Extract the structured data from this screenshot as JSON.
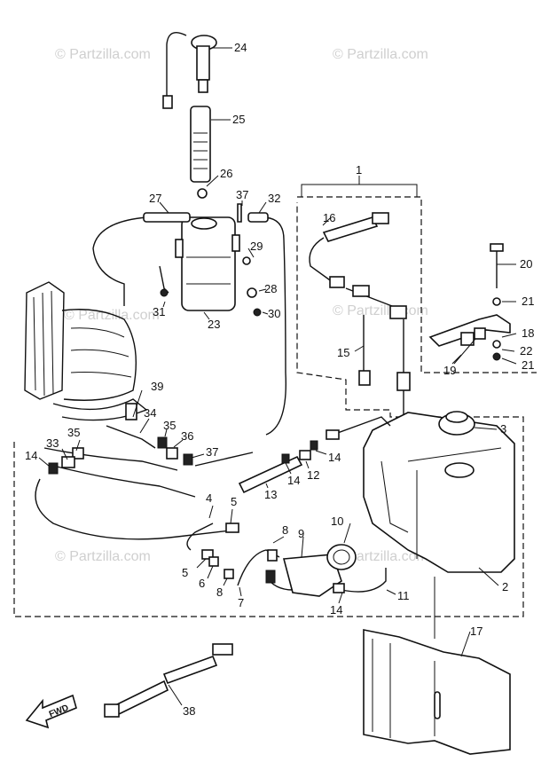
{
  "watermark": "© Partzilla.com",
  "fwd_label": "FWD",
  "callouts": {
    "c1": "1",
    "c2": "2",
    "c3": "3",
    "c4": "4",
    "c5a": "5",
    "c5b": "5",
    "c6": "6",
    "c7": "7",
    "c8a": "8",
    "c8b": "8",
    "c9": "9",
    "c10": "10",
    "c11": "11",
    "c12": "12",
    "c13": "13",
    "c14a": "14",
    "c14b": "14",
    "c14c": "14",
    "c14d": "14",
    "c15": "15",
    "c16": "16",
    "c17": "17",
    "c18": "18",
    "c19": "19",
    "c20": "20",
    "c21a": "21",
    "c21b": "21",
    "c22": "22",
    "c23": "23",
    "c24": "24",
    "c25": "25",
    "c26": "26",
    "c27": "27",
    "c28": "28",
    "c29": "29",
    "c30": "30",
    "c31": "31",
    "c32": "32",
    "c33": "33",
    "c34": "34",
    "c35a": "35",
    "c35b": "35",
    "c36": "36",
    "c37a": "37",
    "c37b": "37",
    "c38": "38",
    "c39": "39"
  }
}
